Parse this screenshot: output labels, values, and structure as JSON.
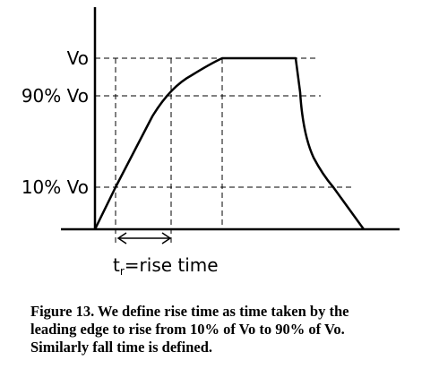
{
  "labels": {
    "vo": "Vo",
    "ninety": "90% Vo",
    "ten": "10% Vo",
    "rise_time_prefix": "t",
    "rise_time_subscript": "r",
    "rise_time_suffix": "=rise time"
  },
  "caption": {
    "line1": "Figure 13. We define rise time as time taken by the",
    "line2": "leading edge to rise from 10% of Vo to 90% of Vo.",
    "line3": "Similarly fall time is defined."
  },
  "colors": {
    "stroke": "#000000",
    "background": "#ffffff"
  }
}
